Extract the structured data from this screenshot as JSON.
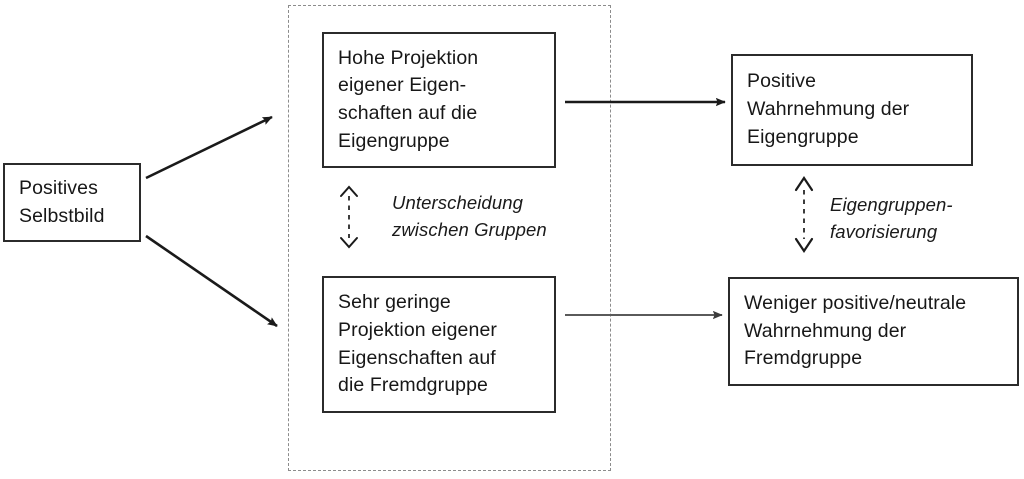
{
  "diagram": {
    "nodes": {
      "self_image": {
        "text": "Positives\nSelbstbild"
      },
      "ingroup_projection": {
        "text": "Hohe Projektion\neigener Eigen-\nschaften auf die\nEigengruppe"
      },
      "outgroup_projection": {
        "text": "Sehr geringe\nProjektion eigener\nEigenschaften auf\ndie Fremdgruppe"
      },
      "ingroup_perception": {
        "text": "Positive\nWahrnehmung der\nEigengruppe"
      },
      "outgroup_perception": {
        "text": "Weniger positive/neutrale\nWahrnehmung der\nFremdgruppe"
      }
    },
    "edge_labels": {
      "distinction": "Unterscheidung\nzwischen Gruppen",
      "favoritism": "Eigengruppen-\nfavorisierung"
    },
    "colors": {
      "box_border": "#2b2b2b",
      "dashed_frame": "#8c8c8c",
      "arrow_dark": "#1a1a1a",
      "arrow_grey": "#5a5a5a",
      "text": "#171717",
      "background": "#ffffff"
    }
  }
}
